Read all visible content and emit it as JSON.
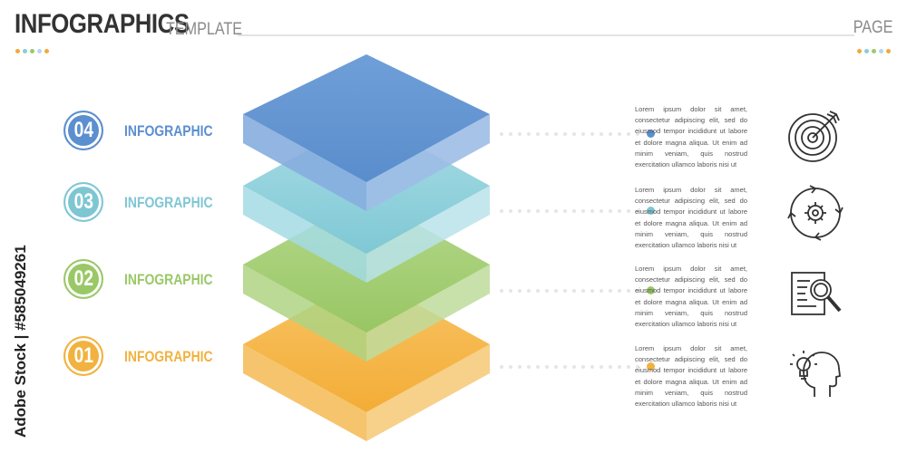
{
  "header": {
    "title": "INFOGRAPHICS",
    "subtitle": "TEMPLATE",
    "page_label": "PAGE",
    "dots_left": [
      "#f2a93b",
      "#8ccbd9",
      "#9dc86b",
      "#b9d4ef",
      "#f2a93b"
    ],
    "dots_right": [
      "#f2a93b",
      "#8ccbd9",
      "#9dc86b",
      "#b9d4ef",
      "#f2a93b"
    ]
  },
  "steps": [
    {
      "number": "04",
      "label": "INFOGRAPHIC",
      "color": "#5b8fcf",
      "icon": "target-icon",
      "text": "Lorem ipsum dolor sit amet, consectetur adipiscing elit, sed do eiusmod tempor incididunt ut labore et dolore magna aliqua. Ut enim ad minim veniam, quis nostrud exercitation ullamco laboris nisi ut"
    },
    {
      "number": "03",
      "label": "INFOGRAPHIC",
      "color": "#7fc6d3",
      "icon": "gear-cycle-icon",
      "text": "Lorem ipsum dolor sit amet, consectetur adipiscing elit, sed do eiusmod tempor incididunt ut labore et dolore magna aliqua. Ut enim ad minim veniam, quis nostrud exercitation ullamco laboris nisi ut"
    },
    {
      "number": "02",
      "label": "INFOGRAPHIC",
      "color": "#9ac867",
      "icon": "document-search-icon",
      "text": "Lorem ipsum dolor sit amet, consectetur adipiscing elit, sed do eiusmod tempor incididunt ut labore et dolore magna aliqua. Ut enim ad minim veniam, quis nostrud exercitation ullamco laboris nisi ut"
    },
    {
      "number": "01",
      "label": "INFOGRAPHIC",
      "color": "#f1b23f",
      "icon": "head-lightbulb-icon",
      "text": "Lorem ipsum dolor sit amet, consectetur adipiscing elit, sed do eiusmod tempor incididunt ut labore et dolore magna aliqua. Ut enim ad minim veniam, quis nostrud exercitation ullamco laboris nisi ut"
    }
  ],
  "watermark": "Adobe Stock | #585049261"
}
